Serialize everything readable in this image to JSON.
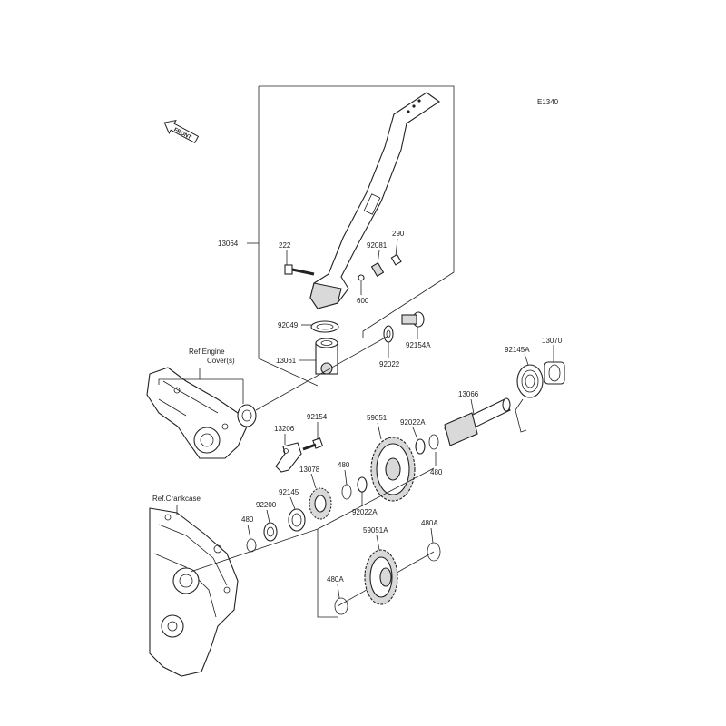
{
  "diagram": {
    "code": "E1340",
    "front_label": "FRONT",
    "refs": {
      "engine_cover_1": "Ref.Engine",
      "engine_cover_2": "Cover(s)",
      "crankcase": "Ref.Crankcase"
    },
    "parts": {
      "p13064": "13064",
      "p222": "222",
      "p92081": "92081",
      "p290": "290",
      "p600": "600",
      "p92049": "92049",
      "p13061": "13061",
      "p92022": "92022",
      "p92154A": "92154A",
      "p92145A": "92145A",
      "p13070": "13070",
      "p13066": "13066",
      "p13206": "13206",
      "p92154": "92154",
      "p59051": "59051",
      "p92022A_1": "92022A",
      "p480_1": "480",
      "p13078": "13078",
      "p480_2": "480",
      "p92145": "92145",
      "p92022A_2": "92022A",
      "p92200": "92200",
      "p480_3": "480",
      "p59051A": "59051A",
      "p480A_1": "480A",
      "p480A_2": "480A"
    }
  }
}
